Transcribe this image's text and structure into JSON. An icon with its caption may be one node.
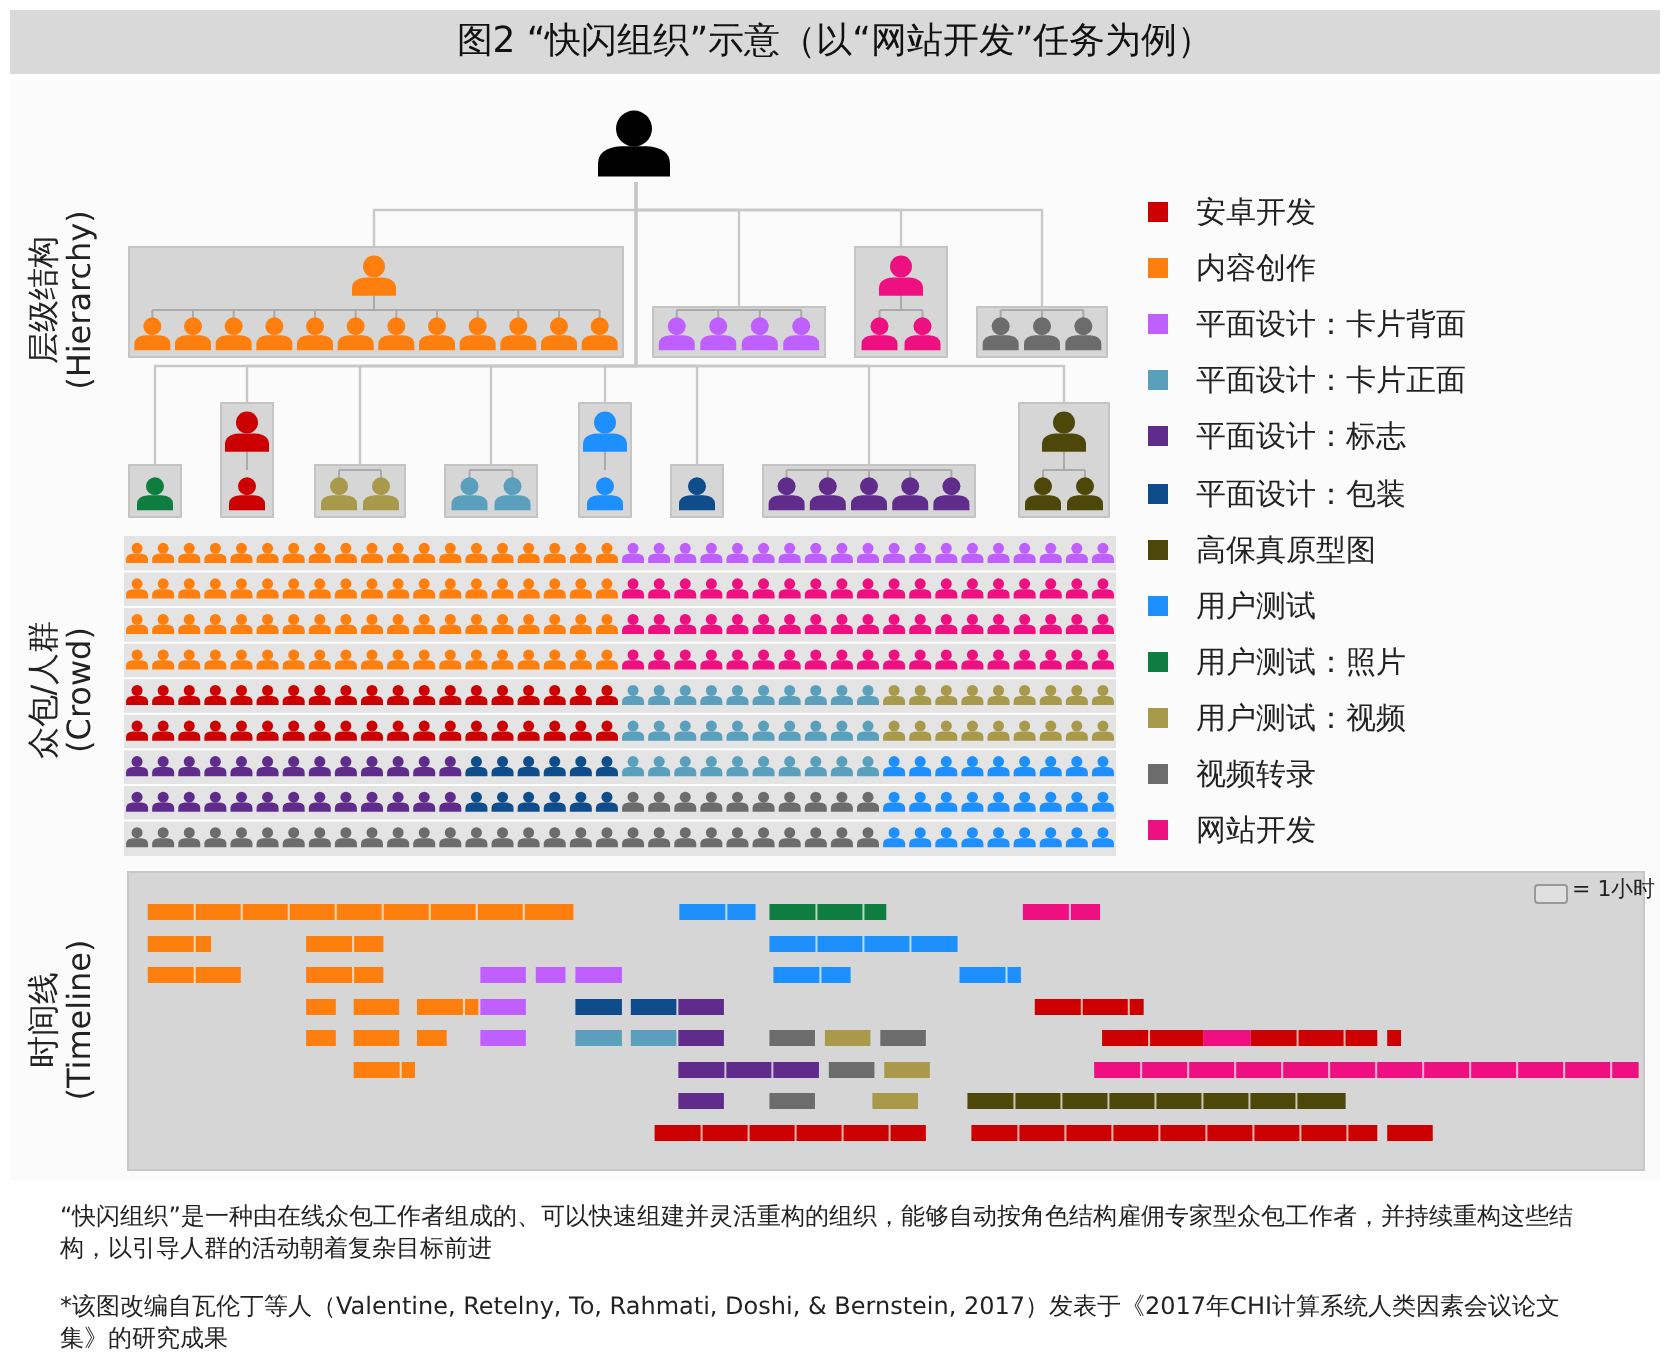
{
  "diagram": {
    "title": "图2 “快闪组织”示意（以“网站开发”任务为例）",
    "caption": "“快闪组织”是一种由在线众包工作者组成的、可以快速组建并灵活重构的组织，能够自动按角色结构雇佣专家型众包工作者，并持续重构这些结构，以引导人群的活动朝着复杂目标前进",
    "nodes": [
      {
        "text": [],
        "shape": "person"
      },
      {
        "text": [],
        "shape": "box"
      },
      {
        "text": [],
        "shape": "box"
      },
      {
        "text": [],
        "shape": "box"
      },
      {
        "text": [],
        "shape": "box"
      },
      {
        "text": [],
        "shape": "box"
      },
      {
        "text": [],
        "shape": "box"
      },
      {
        "text": [],
        "shape": "box"
      },
      {
        "text": [],
        "shape": "box"
      },
      {
        "text": [],
        "shape": "box"
      },
      {
        "text": [],
        "shape": "box"
      },
      {
        "text": [],
        "shape": "box"
      },
      {
        "text": [],
        "shape": "box"
      }
    ],
    "edges": [
      {
        "from": 0,
        "to": 1,
        "arrow": "none"
      },
      {
        "from": 0,
        "to": 2,
        "arrow": "none"
      },
      {
        "from": 0,
        "to": 3,
        "arrow": "none"
      },
      {
        "from": 0,
        "to": 4,
        "arrow": "none"
      },
      {
        "from": 0,
        "to": 5,
        "arrow": "none"
      },
      {
        "from": 0,
        "to": 6,
        "arrow": "none"
      },
      {
        "from": 0,
        "to": 7,
        "arrow": "none"
      },
      {
        "from": 0,
        "to": 8,
        "arrow": "none"
      },
      {
        "from": 0,
        "to": 9,
        "arrow": "none"
      },
      {
        "from": 0,
        "to": 10,
        "arrow": "none"
      },
      {
        "from": 0,
        "to": 11,
        "arrow": "none"
      },
      {
        "from": 0,
        "to": 12,
        "arrow": "none"
      }
    ],
    "labels": [
      "层级结构",
      "(Hierarchy)",
      "众包/人群",
      "(Crowd)",
      "时间线",
      "(Timeline)",
      "*该图改编自瓦伦丁等人（Valentine, Retelny, To, Rahmati, Doshi, & Bernstein, 2017）发表于《2017年CHI计算系统人类因素会议论文集》的研究成果"
    ],
    "legend": [
      {
        "text": "安卓开发",
        "color": "#cc0000"
      },
      {
        "text": "内容创作",
        "color": "#ff7f0e"
      },
      {
        "text": "平面设计：卡片背面",
        "color": "#bf5fff"
      },
      {
        "text": "平面设计：卡片正面",
        "color": "#5aa0bd"
      },
      {
        "text": "平面设计：标志",
        "color": "#5f2c8c"
      },
      {
        "text": "平面设计：包装",
        "color": "#0f4c8c"
      },
      {
        "text": "高保真原型图",
        "color": "#4d480a"
      },
      {
        "text": "用户测试",
        "color": "#1e8fff"
      },
      {
        "text": "用户测试：照片",
        "color": "#0f7d3f"
      },
      {
        "text": "用户测试：视频",
        "color": "#a89a4a"
      },
      {
        "text": "视频转录",
        "color": "#6c6c6c"
      },
      {
        "text": "网站开发",
        "color": "#ee1080"
      },
      {
        "text": "= 1小时"
      }
    ]
  }
}
